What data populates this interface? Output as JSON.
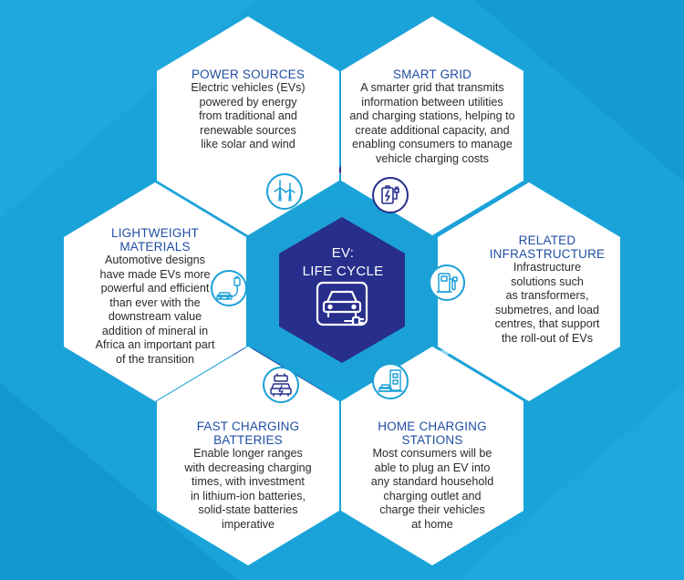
{
  "center": {
    "title_line1": "EV:",
    "title_line2": "LIFE CYCLE",
    "icon": "car-charging-icon"
  },
  "hexagons": [
    {
      "id": "power-sources",
      "title": "POWER SOURCES",
      "body": [
        "Electric vehicles (EVs)",
        "powered by energy",
        "from traditional and",
        "renewable sources",
        "like solar and wind"
      ],
      "icon": "wind-turbine-icon"
    },
    {
      "id": "smart-grid",
      "title": "SMART GRID",
      "body": [
        "A smarter grid that transmits",
        "information between utilities",
        "and charging stations, helping to",
        "create additional capacity, and",
        "enabling consumers to manage",
        "vehicle charging costs"
      ],
      "icon": "battery-plug-icon"
    },
    {
      "id": "lightweight-materials",
      "title_lines": [
        "LIGHTWEIGHT",
        "MATERIALS"
      ],
      "body": [
        "Automotive designs",
        "have made EVs more",
        "powerful and efficient",
        "than ever with the",
        "downstream value",
        "addition of mineral in",
        "Africa an important part",
        "of the transition"
      ],
      "icon": "car-charger-cable-icon"
    },
    {
      "id": "related-infrastructure",
      "title_lines": [
        "RELATED",
        "INFRASTRUCTURE"
      ],
      "body": [
        "Infrastructure",
        "solutions such",
        "as transformers,",
        "submetres, and load",
        "centres, that support",
        "the roll-out of EVs"
      ],
      "icon": "charging-station-icon"
    },
    {
      "id": "fast-charging-batteries",
      "title_lines": [
        "FAST CHARGING",
        "BATTERIES"
      ],
      "body": [
        "Enable longer ranges",
        "with decreasing charging",
        "times, with investment",
        "in lithium-ion batteries,",
        "solid-state batteries",
        "imperative"
      ],
      "icon": "car-battery-icon"
    },
    {
      "id": "home-charging-stations",
      "title_lines": [
        "HOME CHARGING",
        "STATIONS"
      ],
      "body": [
        "Most consumers will be",
        "able to plug an EV into",
        "any standard household",
        "charging outlet and",
        "charge their vehicles",
        "at home"
      ],
      "icon": "home-charger-icon"
    }
  ],
  "colors": {
    "background": "#1aa3d9",
    "background_dark": "#0f8fc7",
    "center_hex": "#272e8b",
    "accent_blue": "#1aa0d7",
    "title_blue": "#1f4ea3",
    "band_gray": "#a8a9ab",
    "band_navy": "#2b2f85",
    "band_light": "#8fd3f2"
  }
}
